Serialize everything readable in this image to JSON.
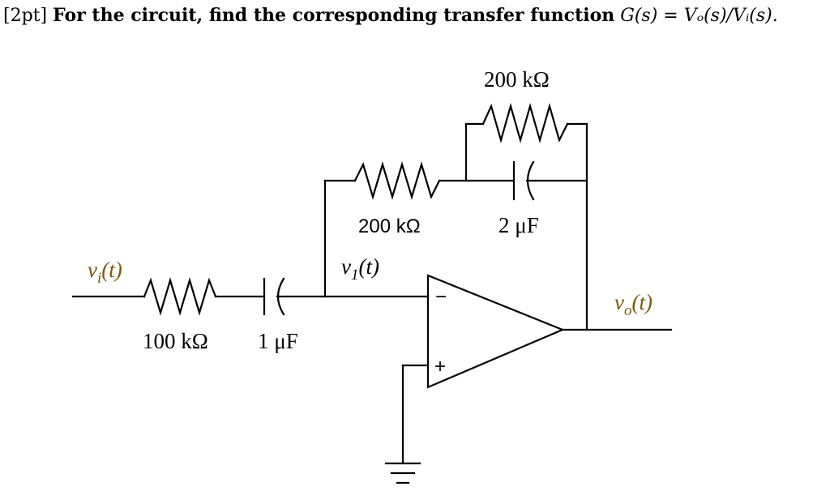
{
  "question": {
    "points": "[2pt]",
    "statement": "For the circuit, find the corresponding transfer function",
    "formula": "G(s) = Vₒ(s)/Vᵢ(s)."
  },
  "circuit": {
    "input_signal": {
      "base": "v",
      "sub": "i",
      "arg": "(t)"
    },
    "node_signal": {
      "base": "v",
      "sub": "1",
      "arg": "(t)"
    },
    "output_signal": {
      "base": "v",
      "sub": "o",
      "arg": "(t)"
    },
    "input_resistor_label": "100 kΩ",
    "input_capacitor_label": "1 μF",
    "feedback_resistor_label": "200 kΩ",
    "parallel_resistor_label": "200 kΩ",
    "parallel_capacitor_label": "2 μF",
    "opamp_minus": "−",
    "opamp_plus": "+",
    "colors": {
      "signal_label": "#7a5a0a",
      "wire": "#000000"
    }
  }
}
